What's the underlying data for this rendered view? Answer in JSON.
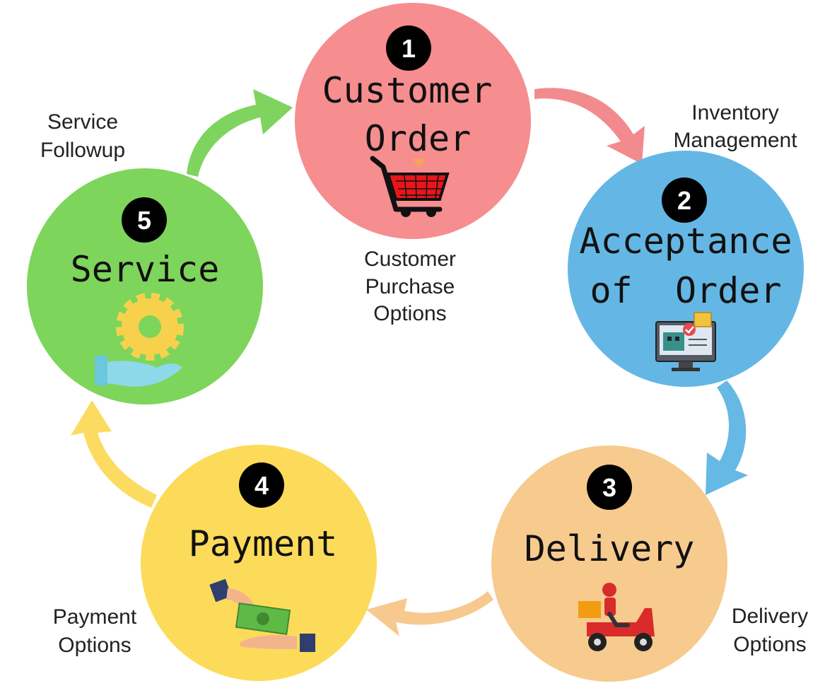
{
  "colors": {
    "customer_order": "#f68d8f",
    "acceptance": "#64b7e4",
    "delivery": "#f6cb8d",
    "payment": "#fcdb5a",
    "service": "#7ed55b",
    "badge": "#000000",
    "arrow_red": "#f28b8e",
    "arrow_blue": "#66b8e5",
    "arrow_orange": "#f7c98f",
    "arrow_yellow": "#fbdc60",
    "arrow_green": "#7fd460"
  },
  "steps": [
    {
      "number": "1",
      "title_lines": [
        "Customer",
        "Order"
      ],
      "icon": "shopping-cart-icon"
    },
    {
      "number": "2",
      "title_lines": [
        "Acceptance",
        "of  Order"
      ],
      "icon": "computer-order-icon"
    },
    {
      "number": "3",
      "title_lines": [
        "Delivery"
      ],
      "icon": "delivery-scooter-icon"
    },
    {
      "number": "4",
      "title_lines": [
        "Payment"
      ],
      "icon": "cash-handover-icon"
    },
    {
      "number": "5",
      "title_lines": [
        "Service"
      ],
      "icon": "gear-hand-icon"
    }
  ],
  "labels": {
    "customer_purchase": [
      "Customer",
      "Purchase",
      "Options"
    ],
    "inventory": [
      "Inventory",
      "Management"
    ],
    "delivery_options": [
      "Delivery",
      "Options"
    ],
    "payment_options": [
      "Payment",
      "Options"
    ],
    "service_followup": [
      "Service",
      "Followup"
    ]
  }
}
